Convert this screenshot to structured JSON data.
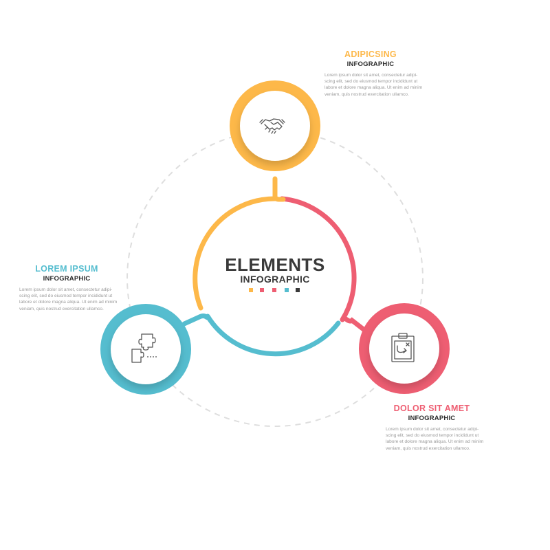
{
  "colors": {
    "yellow": "#fdb849",
    "teal": "#55bdcf",
    "red": "#ee5e72",
    "dark": "#3a3a3a",
    "dashed": "#dedede",
    "text_grey": "#9a9a9a"
  },
  "center": {
    "title": "ELEMENTS",
    "subtitle": "INFOGRAPHIC",
    "dots": [
      "#fdb849",
      "#ee5e72",
      "#ee5e72",
      "#55bdcf",
      "#3a3a3a"
    ]
  },
  "items": [
    {
      "title": "ADIPICSING",
      "subtitle": "INFOGRAPHIC",
      "color": "#fdb849",
      "icon": "handshake-icon",
      "body": [
        "Lorem ipsum dolor sit amet, consectetur adipi-",
        "scing elit, sed do eiusmod tempor incididunt ut",
        "labore et dolore magna aliqua. Ut enim ad minim",
        "veniam, quis nostrud exercitation ullamco."
      ]
    },
    {
      "title": "LOREM IPSUM",
      "subtitle": "INFOGRAPHIC",
      "color": "#55bdcf",
      "icon": "puzzle-icon",
      "body": [
        "Lorem ipsum dolor sit amet, consectetur adipi-",
        "scing elit, sed do eiusmod tempor incididunt ut",
        "labore et dolore magna aliqua. Ut enim ad minim",
        "veniam, quis nostrud exercitation ullamco."
      ]
    },
    {
      "title": "DOLOR SIT AMET",
      "subtitle": "INFOGRAPHIC",
      "color": "#ee5e72",
      "icon": "clipboard-strategy-icon",
      "body": [
        "Lorem ipsum dolor sit amet, consectetur adipi-",
        "scing elit, sed do eiusmod tempor incididunt ut",
        "labore et dolore magna aliqua. Ut enim ad minim",
        "veniam, quis nostrud exercitation ullamco."
      ]
    }
  ]
}
